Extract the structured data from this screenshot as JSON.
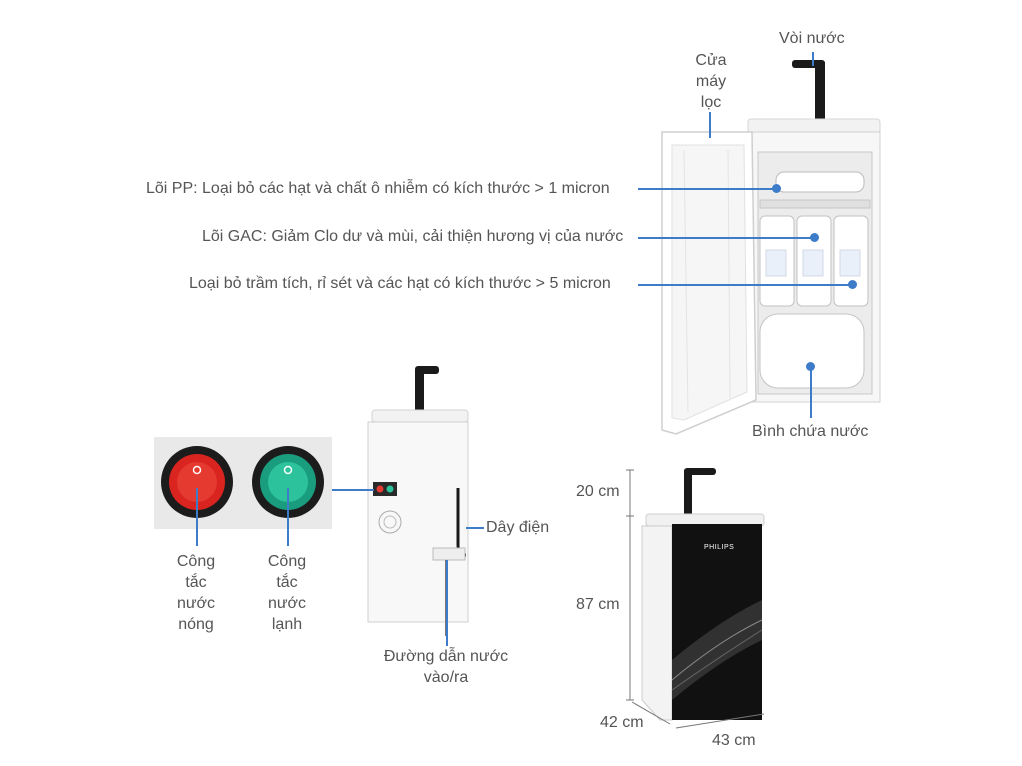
{
  "top_labels": {
    "faucet": "Vòi nước",
    "door": "Cửa\nmáy\nlọc",
    "pp_core": "Lõi PP: Loại bỏ các hạt và chất ô nhiễm có kích thước > 1 micron",
    "gac_core": "Lõi GAC: Giảm Clo dư và mùi, cải thiện hương vị của nước",
    "sediment": "Loại bỏ trầm tích, rỉ sét và các hạt có kích thước > 5 micron",
    "tank": "Bình chứa nước"
  },
  "back_labels": {
    "hot_switch": "Công\ntắc\nnước\nnóng",
    "cold_switch": "Công\ntắc\nnước\nlạnh",
    "power_cord": "Dây điện",
    "water_pipes": "Đường dẫn nước\nvào/ra"
  },
  "dimensions": {
    "top": "20 cm",
    "height": "87 cm",
    "depth": "42 cm",
    "width": "43 cm"
  },
  "brand": "PHILIPS",
  "colors": {
    "accent": "#3d7cc9",
    "hot": "#d9241f",
    "cold": "#1fae8c",
    "front": "#111111"
  }
}
